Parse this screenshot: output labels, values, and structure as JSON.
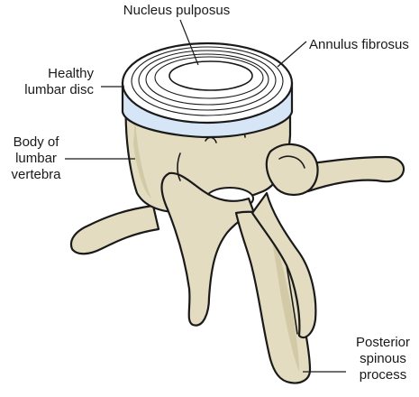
{
  "labels": {
    "nucleus": "Nucleus pulposus",
    "annulus": "Annulus fibrosus",
    "disc": [
      "Healthy",
      "lumbar disc"
    ],
    "body": [
      "Body of",
      "lumbar",
      "vertebra"
    ],
    "spinous": [
      "Posterior",
      "spinous",
      "process"
    ]
  },
  "colors": {
    "bone": "#e3dcc0",
    "bone_shade": "#d2c9a6",
    "disc_band": "#d7e6f6",
    "outline": "#1a1a1a"
  }
}
